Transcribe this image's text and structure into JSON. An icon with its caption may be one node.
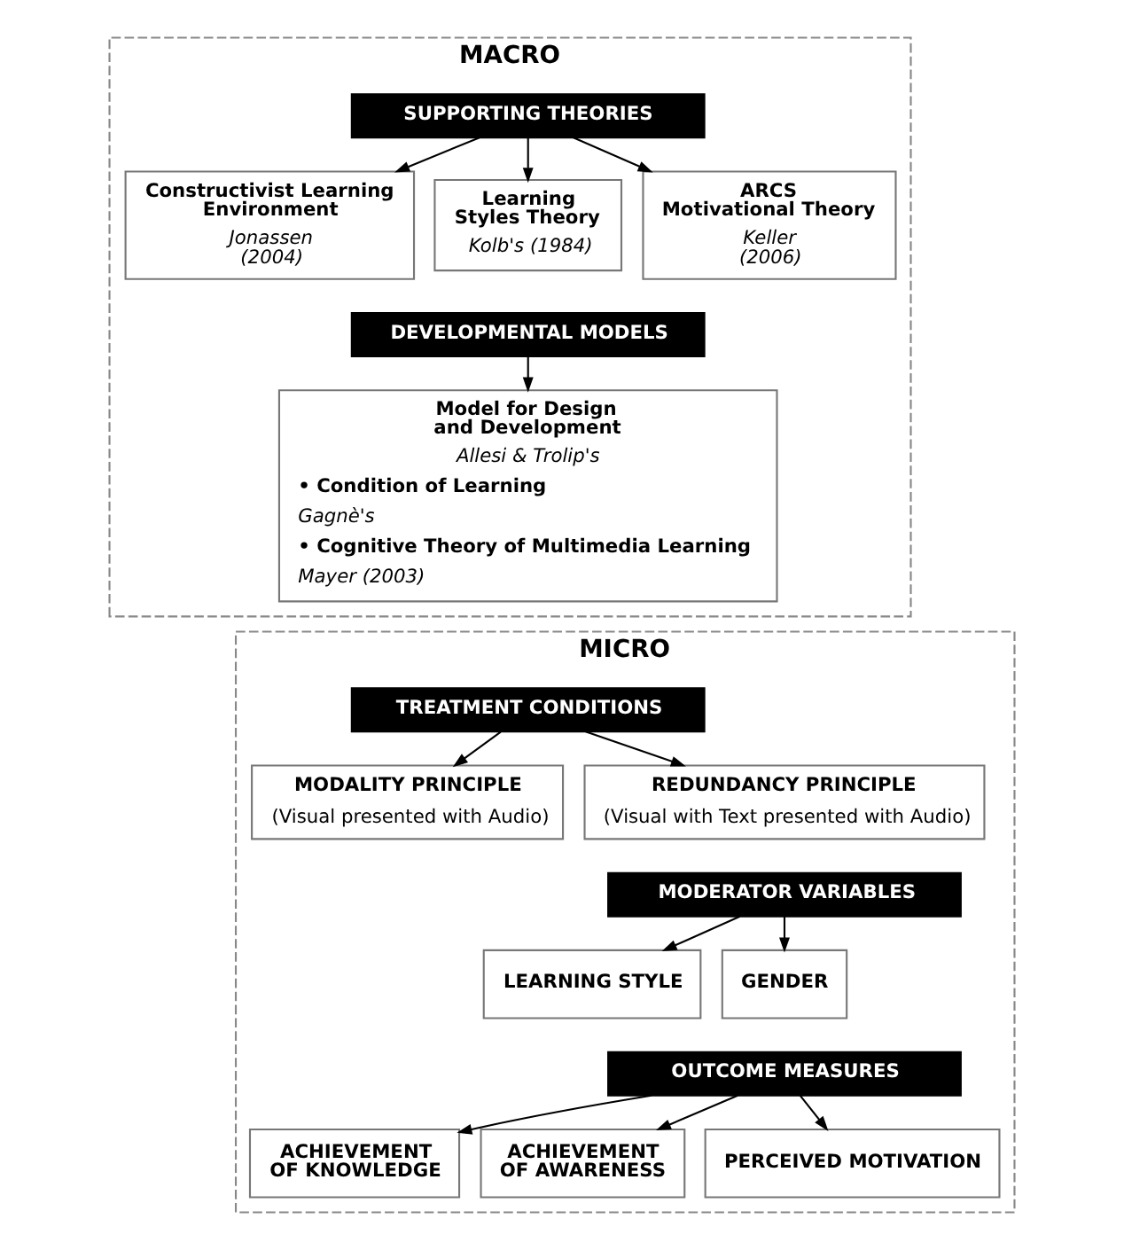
{
  "diagram": {
    "nodes": [
      {
        "text": [
          "MACRO"
        ]
      },
      {
        "text": [
          "SUPPORTING THEORIES"
        ],
        "in": 0
      },
      {
        "text": [
          "Constructivist Learning Environment",
          "Jonassen (2004)"
        ],
        "in": 0
      },
      {
        "text": [
          "Learning Styles Theory",
          "Kolb's (1984)"
        ],
        "in": 0
      },
      {
        "text": [
          "ARCS Motivational Theory",
          "Keller (2006)"
        ],
        "in": 0
      },
      {
        "text": [
          "DEVELOPMENTAL MODELS"
        ],
        "in": 0
      },
      {
        "text": [
          "Model for Design and Development",
          "Allesi & Trolip's",
          "• Condition of Learning",
          "Gagnè's",
          "• Cognitive Theory of Multimedia Learning",
          "Mayer (2003)"
        ],
        "in": 0
      },
      {
        "text": [
          "MICRO"
        ]
      },
      {
        "text": [
          "TREATMENT CONDITIONS"
        ],
        "in": 7
      },
      {
        "text": [
          "MODALITY PRINCIPLE",
          "(Visual presented with Audio)"
        ],
        "in": 7
      },
      {
        "text": [
          "REDUNDANCY PRINCIPLE",
          "(Visual with Text presented with Audio)"
        ],
        "in": 7
      },
      {
        "text": [
          "MODERATOR VARIABLES"
        ],
        "in": 7
      },
      {
        "text": [
          "LEARNING STYLE"
        ],
        "in": 7
      },
      {
        "text": [
          "GENDER"
        ],
        "in": 7
      },
      {
        "text": [
          "OUTCOME MEASURES"
        ],
        "in": 7
      },
      {
        "text": [
          "ACHIEVEMENT OF KNOWLEDGE"
        ],
        "in": 7
      },
      {
        "text": [
          "ACHIEVEMENT OF AWARENESS"
        ],
        "in": 7
      },
      {
        "text": [
          "PERCEIVED MOTIVATION"
        ],
        "in": 7
      }
    ],
    "edges": [
      {
        "from": 1,
        "to": 2,
        "arrow": "to"
      },
      {
        "from": 1,
        "to": 3,
        "arrow": "to"
      },
      {
        "from": 1,
        "to": 4,
        "arrow": "to"
      },
      {
        "from": 5,
        "to": 6,
        "arrow": "to"
      },
      {
        "from": 8,
        "to": 9,
        "arrow": "to"
      },
      {
        "from": 8,
        "to": 10,
        "arrow": "to"
      },
      {
        "from": 11,
        "to": 12,
        "arrow": "to"
      },
      {
        "from": 11,
        "to": 13,
        "arrow": "to"
      },
      {
        "from": 14,
        "to": 15,
        "arrow": "to"
      },
      {
        "from": 14,
        "to": 16,
        "arrow": "to"
      },
      {
        "from": 14,
        "to": 17,
        "arrow": "to"
      }
    ]
  }
}
